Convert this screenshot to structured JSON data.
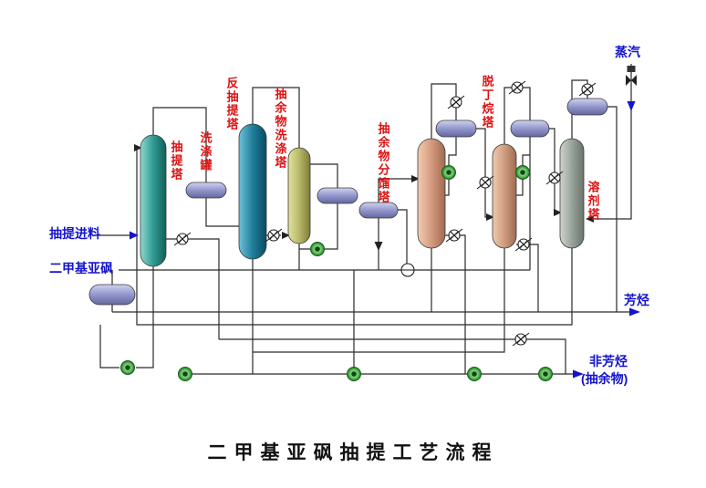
{
  "title": "二甲基亚砜抽提工艺流程",
  "equipment": {
    "extraction_tower": "抽提塔",
    "washing_tank": "洗涤罐",
    "back_extraction_tower": "反抽提塔",
    "raffinate_washing_tower": "抽余物洗涤塔",
    "raffinate_fractionation_tower": "抽余物分馏塔",
    "debutanizer_tower": "脱丁烷塔",
    "solvent_tower": "溶剂塔"
  },
  "streams": {
    "feed": "抽提进料",
    "solvent": "二甲基亚砜",
    "steam": "蒸汽",
    "aromatics": "芳烃",
    "non_aromatics": "非芳烃",
    "raffinate_paren": "(抽余物)"
  },
  "colors": {
    "label_red": "#dd1111",
    "label_blue": "#1414cc",
    "line": "#2a2a2a",
    "tower_teal": "#2f9a92",
    "tower_blue_teal": "#1f7e9a",
    "tower_khaki": "#b8b86a",
    "tower_tan": "#d49a7e",
    "tower_gray": "#9aa39a",
    "drum_purple": "#9396cc",
    "pump_green": "#57b557"
  }
}
